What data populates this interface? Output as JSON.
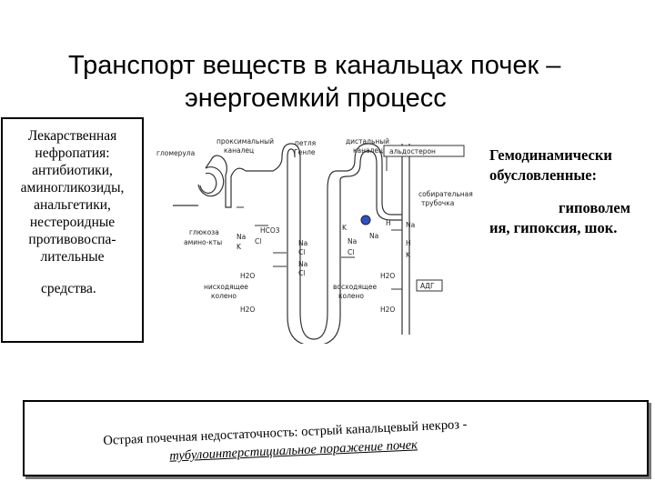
{
  "title": {
    "line1": "Транспорт веществ в канальцах почек –",
    "line2": "энергоемкий процесс"
  },
  "left_box": {
    "lines": [
      "Лекарственная",
      "нефропатия:",
      "антибиотики,",
      "аминогликозиды,",
      "анальгетики,",
      "нестероидные",
      "противовоспа-",
      "лительные"
    ],
    "last": "средства."
  },
  "right_col": {
    "lines": [
      "Гемодинамически",
      "обусловленные:"
    ],
    "lines2": [
      "гиповолем",
      "ия, гипоксия, шок."
    ]
  },
  "diagram": {
    "labels": {
      "glomerulus": "гломерула",
      "proximal": "проксимальный",
      "proximal2": "каналец",
      "henle": "петля",
      "henle2": "Генле",
      "distal": "дистальный",
      "distal2": "каналец",
      "aldosterone": "альдостерон",
      "collecting": "собирательная",
      "collecting2": "трубочка",
      "glucose": "глюкоза",
      "amino": "амино-кты",
      "na": "Na",
      "k": "K",
      "hco3": "HCO3",
      "cl": "Cl",
      "h": "H",
      "h2o": "H2O",
      "descending": "нисходящее",
      "descending2": "колено",
      "ascending": "восходящее",
      "ascending2": "колено",
      "adh": "АДГ"
    }
  },
  "bottom": {
    "line1": "Острая почечная недостаточность: острый канальцевый некроз -",
    "line2": "тубулоинтерстициальное поражение почек"
  }
}
